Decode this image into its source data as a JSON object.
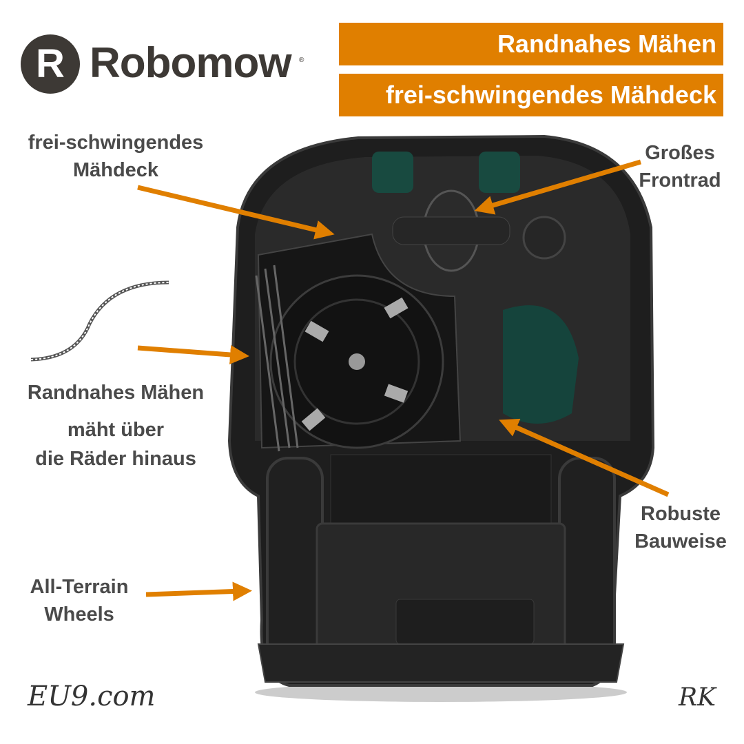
{
  "logo": {
    "brand": "Robomow",
    "mark": "R",
    "registered": "®"
  },
  "banners": [
    "Randnahes Mähen",
    "frei-schwingendes Mähdeck"
  ],
  "callouts": {
    "deck": [
      "frei-schwingendes",
      "Mähdeck"
    ],
    "frontwheel": [
      "Großes",
      "Frontrad"
    ],
    "edge": [
      "Randnahes Mähen"
    ],
    "edge_sub": [
      "mäht über",
      "die Räder hinaus"
    ],
    "robust": [
      "Robuste",
      "Bauweise"
    ],
    "wheels": [
      "All-Terrain",
      "Wheels"
    ]
  },
  "footer": {
    "site": "EU9.com",
    "initials": "RK"
  },
  "colors": {
    "accent": "#e07f00",
    "text": "#4a4a4a",
    "logo": "#3d3935",
    "body": "#1c1c1c"
  }
}
